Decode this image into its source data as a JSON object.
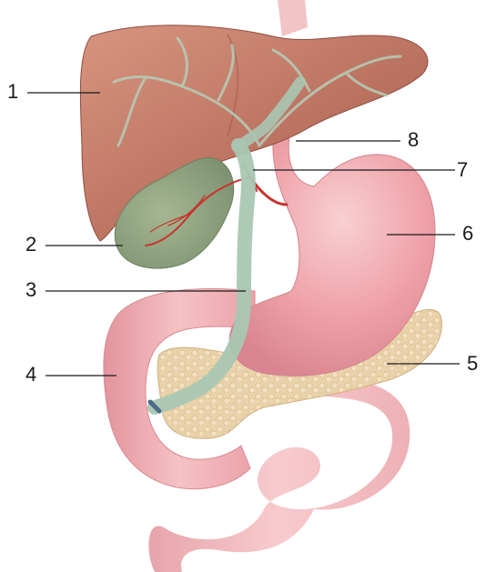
{
  "labels": [
    {
      "id": "l1",
      "text": "1"
    },
    {
      "id": "l2",
      "text": "2"
    },
    {
      "id": "l3",
      "text": "3"
    },
    {
      "id": "l4",
      "text": "4"
    },
    {
      "id": "l5",
      "text": "5"
    },
    {
      "id": "l6",
      "text": "6"
    },
    {
      "id": "l7",
      "text": "7"
    },
    {
      "id": "l8",
      "text": "8"
    }
  ],
  "colors": {
    "liver": "#b9705f",
    "liver_light": "#cf8e7b",
    "gallbladder": "#8fa37f",
    "bile_duct": "#a9c7b2",
    "stomach": "#ec9ea5",
    "stomach_light": "#f6c3c6",
    "pancreas": "#ead3aa",
    "intestine": "#f2adb2",
    "artery": "#c8342e",
    "leader_line": "#1a1a1a"
  }
}
